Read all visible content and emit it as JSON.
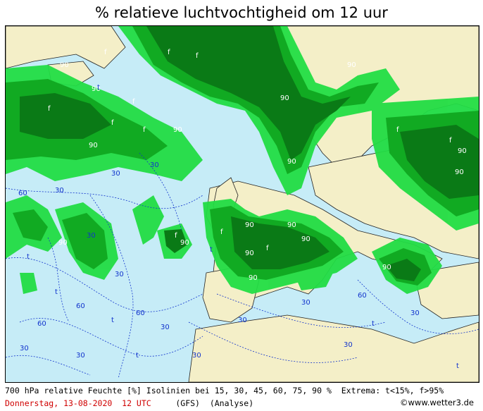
{
  "title": "% relatieve luchtvochtigheid om 12 uur",
  "footer": {
    "line1": "700 hPa relative Feuchte [%] Isolinien bei 15, 30, 45, 60, 75, 90 %  Extrema: t<15%, f>95%",
    "date": "Donnerstag, 13-08-2020  12 UTC",
    "model": "(GFS)",
    "analysis": "(Analyse)",
    "copyright": "©www.wetter3.de"
  },
  "map_labels": {
    "l30": "30",
    "l60": "60",
    "l90": "90",
    "lt": "t",
    "lf": "f"
  },
  "colors": {
    "sea_dry": "#c6ecf7",
    "land": "#f4efc8",
    "green_light": "#22dd44",
    "green_mid": "#11aa22",
    "green_dark": "#0a7a16",
    "isoline": "#1133cc",
    "date_red": "#d00000"
  }
}
